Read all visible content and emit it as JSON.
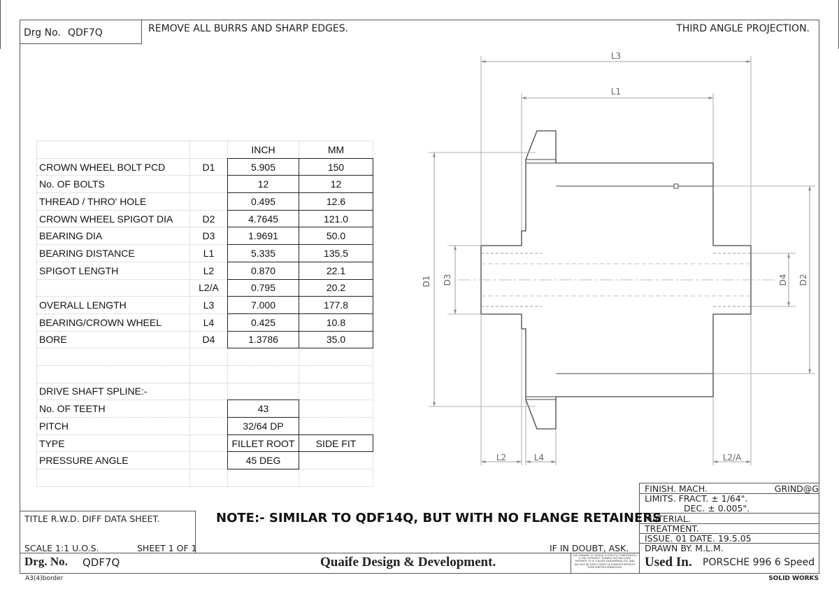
{
  "header": {
    "drg_label": "Drg No.",
    "drg_number": "QDF7Q",
    "note_burrs": "REMOVE ALL BURRS AND SHARP EDGES.",
    "projection": "THIRD ANGLE PROJECTION."
  },
  "spec_table": {
    "columns": [
      "",
      "",
      "INCH",
      "MM"
    ],
    "rows": [
      {
        "label": "CROWN WHEEL BOLT PCD",
        "code": "D1",
        "inch": "5.905",
        "mm": "150"
      },
      {
        "label": "No. OF BOLTS",
        "code": "",
        "inch": "12",
        "mm": "12"
      },
      {
        "label": "THREAD / THRO' HOLE",
        "code": "",
        "inch": "0.495",
        "mm": "12.6"
      },
      {
        "label": "CROWN WHEEL SPIGOT DIA",
        "code": "D2",
        "inch": "4.7645",
        "mm": "121.0"
      },
      {
        "label": "BEARING DIA",
        "code": "D3",
        "inch": "1.9691",
        "mm": "50.0"
      },
      {
        "label": "BEARING DISTANCE",
        "code": "L1",
        "inch": "5.335",
        "mm": "135.5"
      },
      {
        "label": "SPIGOT LENGTH",
        "code": "L2",
        "inch": "0.870",
        "mm": "22.1"
      },
      {
        "label": "",
        "code": "L2/A",
        "inch": "0.795",
        "mm": "20.2"
      },
      {
        "label": "OVERALL LENGTH",
        "code": "L3",
        "inch": "7.000",
        "mm": "177.8"
      },
      {
        "label": "BEARING/CROWN WHEEL",
        "code": "L4",
        "inch": "0.425",
        "mm": "10.8"
      },
      {
        "label": "BORE",
        "code": "D4",
        "inch": "1.3786",
        "mm": "35.0"
      }
    ],
    "spline_title": "DRIVE SHAFT SPLINE:-",
    "spline_rows": [
      {
        "label": "No. OF TEETH",
        "v1": "43",
        "v2": ""
      },
      {
        "label": "PITCH",
        "v1": "32/64 DP",
        "v2": ""
      },
      {
        "label": "TYPE",
        "v1": "FILLET ROOT",
        "v2": "SIDE FIT"
      },
      {
        "label": "PRESSURE ANGLE",
        "v1": "45 DEG",
        "v2": ""
      }
    ]
  },
  "drawing": {
    "dims": {
      "L3": "L3",
      "L1": "L1",
      "D1": "D1",
      "D3": "D3",
      "D4": "D4",
      "D2": "D2",
      "L2": "L2",
      "L4": "L4",
      "L2A": "L2/A"
    }
  },
  "title_block": {
    "title": "TITLE  R.W.D. DIFF DATA SHEET.",
    "note": "NOTE:- SIMILAR TO QDF14Q, BUT WITH NO FLANGE RETAINERS",
    "scale": "SCALE 1:1 U.O.S.",
    "sheet": "SHEET 1 OF 1",
    "if_doubt": "IF IN DOUBT, ASK.",
    "drg_label": "Drg. No.",
    "drg_number": "QDF7Q",
    "company": "Quaife Design & Development.",
    "confidential": "THE DRAWING OF DESIGN IS STRICTLY CONFIDENTIAL & THE COPYRIGHT THEREIN THE EXCLUSIVE PROPERTY OF R.T.QUAIFE ENGINEERING LTD. AND MAY NOT BE USED COPIED OR DIVERTED WITHOUT THEIR WRITTEN PERMISSION.",
    "finish": "FINISH. MACH.",
    "grind": "GRIND@G",
    "limits_fract": "LIMITS. FRACT.  ± 1/64\".",
    "limits_dec": "DEC.  ± 0.005\".",
    "material": "MATERIAL.",
    "treatment": "TREATMENT.",
    "issue": "ISSUE. 01   DATE. 19.5.05",
    "drawn_by": "DRAWN BY. M.L.M.",
    "used_in_label": "Used In.",
    "used_in_value": "PORSCHE 996 6 Speed",
    "border_name": "A3(4)border",
    "software": "SOLID WORKS"
  }
}
